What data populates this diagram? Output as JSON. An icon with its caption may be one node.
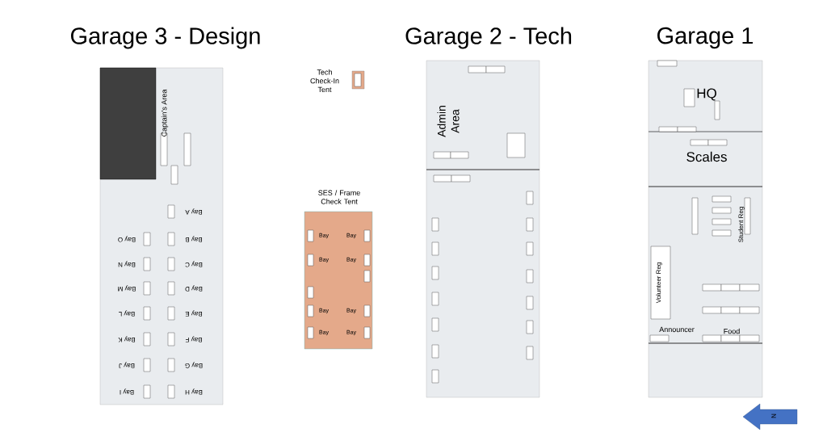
{
  "diagram": {
    "nodes": [
      {
        "text": [
          "Garage 3 - Design",
          "Captain's Area",
          "Bay A",
          "Bay B",
          "Bay C",
          "Bay D",
          "Bay E",
          "Bay F",
          "Bay G",
          "Bay H",
          "Bay I",
          "Bay J",
          "Bay K",
          "Bay L",
          "Bay M",
          "Bay N",
          "Bay O"
        ]
      },
      {
        "text": [],
        "shape": "box",
        "in": 0
      },
      {
        "text": [
          "Tech Check-In Tent"
        ]
      },
      {
        "text": [
          "SES / Frame Check Tent",
          "Bay",
          "Bay",
          "Bay",
          "Bay",
          "Bay",
          "Bay",
          "Bay",
          "Bay"
        ]
      },
      {
        "text": [
          "Garage 2 - Tech",
          "Admin Area"
        ]
      },
      {
        "text": [
          "Garage 1",
          "HQ",
          "Scales",
          "Student Reg",
          "Volunteer Reg",
          "Announcer",
          "Food"
        ]
      },
      {
        "text": [
          "N"
        ]
      }
    ]
  }
}
